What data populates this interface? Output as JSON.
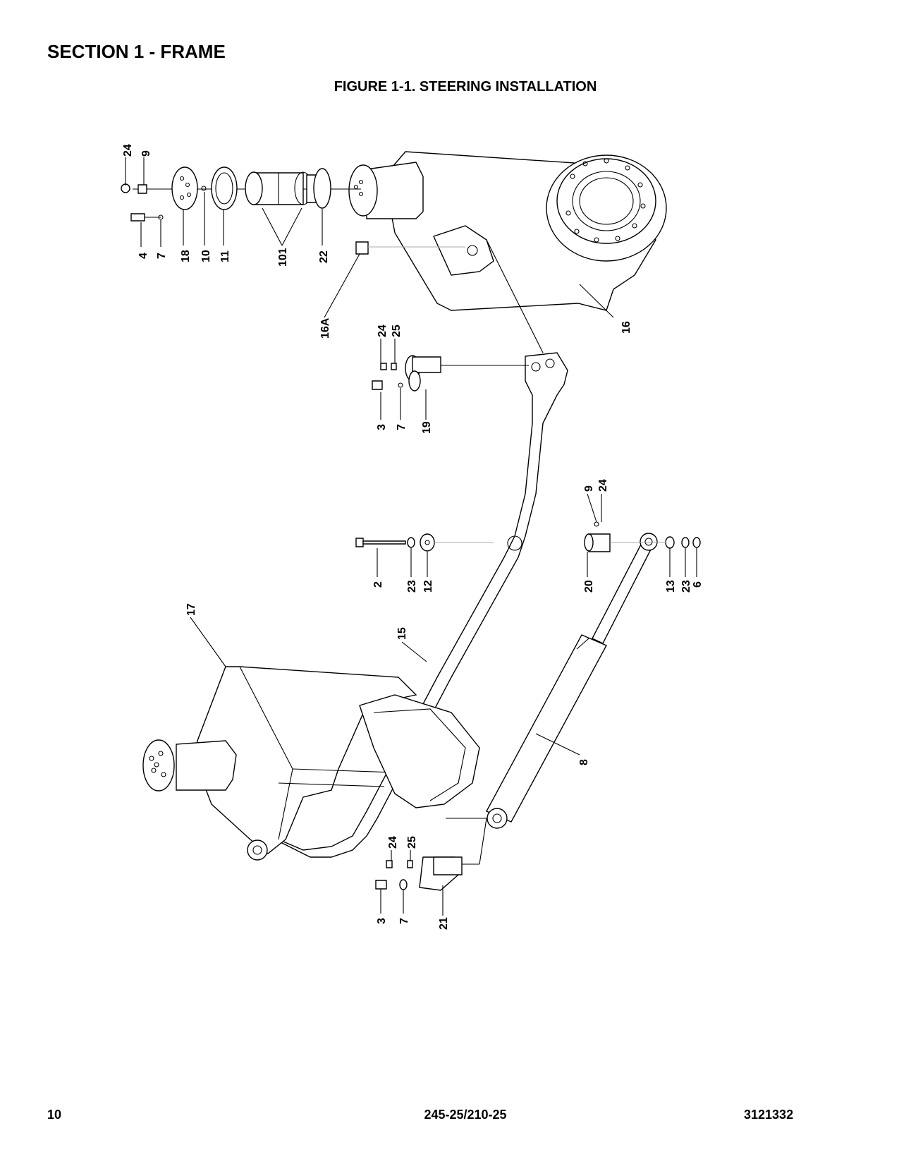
{
  "header": {
    "section_title": "SECTION 1 - FRAME",
    "figure_title": "FIGURE 1-1. STEERING INSTALLATION"
  },
  "footer": {
    "page_number": "10",
    "model": "245-25/210-25",
    "doc_number": "3121332"
  },
  "callouts": {
    "c24a": "24",
    "c9a": "9",
    "c4": "4",
    "c7a": "7",
    "c18": "18",
    "c10": "10",
    "c11": "11",
    "c101": "101",
    "c22": "22",
    "c16a": "16A",
    "c16": "16",
    "c24b": "24",
    "c25a": "25",
    "c3a": "3",
    "c7b": "7",
    "c19": "19",
    "c9b": "9",
    "c24c": "24",
    "c2": "2",
    "c23a": "23",
    "c12": "12",
    "c20": "20",
    "c13": "13",
    "c23b": "23",
    "c6": "6",
    "c17": "17",
    "c15": "15",
    "c8": "8",
    "c24d": "24",
    "c25b": "25",
    "c3b": "3",
    "c7c": "7",
    "c21": "21"
  }
}
